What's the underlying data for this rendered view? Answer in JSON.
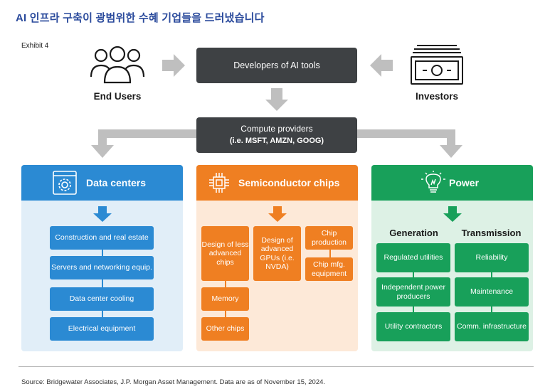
{
  "title": "AI 인프라 구축이 광범위한 수혜 기업들을 드러냈습니다",
  "exhibit": "Exhibit 4",
  "top": {
    "end_users": "End Users",
    "developers": "Developers of AI tools",
    "investors": "Investors"
  },
  "compute": {
    "line1": "Compute providers",
    "line2": "(i.e. MSFT, AMZN, GOOG)"
  },
  "data_centers": {
    "title": "Data centers",
    "items": [
      "Construction and real estate",
      "Servers and networking equip.",
      "Data center cooling",
      "Electrical equipment"
    ]
  },
  "semiconductor": {
    "title": "Semiconductor chips",
    "col1": [
      "Design of less advanced chips",
      "Memory",
      "Other chips"
    ],
    "col2": [
      "Design of advanced GPUs (i.e. NVDA)"
    ],
    "col3": [
      "Chip production",
      "Chip mfg. equipment"
    ]
  },
  "power": {
    "title": "Power",
    "generation": {
      "heading": "Generation",
      "items": [
        "Regulated utilities",
        "Independent power producers",
        "Utility contractors"
      ]
    },
    "transmission": {
      "heading": "Transmission",
      "items": [
        "Reliability",
        "Maintenance",
        "Comm. infrastructure"
      ]
    }
  },
  "colors": {
    "dark": "#3e4144",
    "blue": "#2b8ad3",
    "orange": "#ef7f22",
    "green": "#18a05a",
    "arrow_gray": "#bfbfbf"
  },
  "source": "Source: Bridgewater Associates, J.P. Morgan Asset Management. Data are as of November 15, 2024."
}
